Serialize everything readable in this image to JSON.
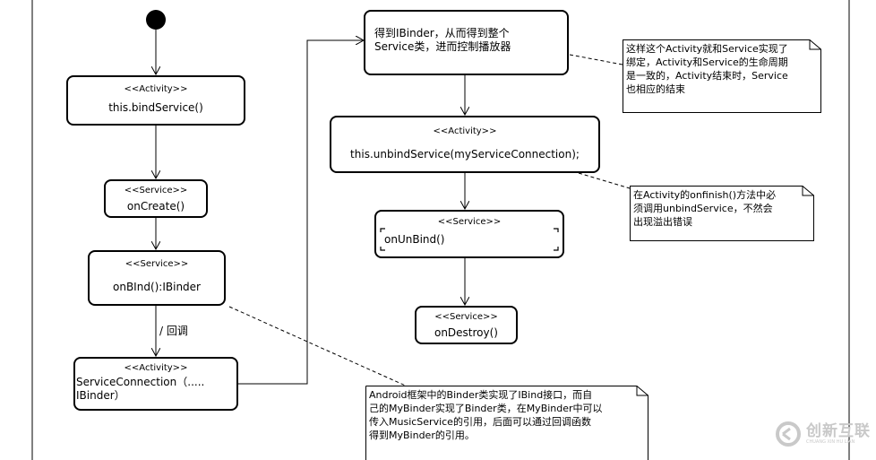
{
  "diagram": {
    "nodes": {
      "bind_service": {
        "stereotype": "<<Activity>>",
        "label": "this.bindService()"
      },
      "on_create": {
        "stereotype": "<<Service>>",
        "label": "onCreate()"
      },
      "on_bind": {
        "stereotype": "<<Service>>",
        "label": "onBInd():IBinder"
      },
      "service_connection": {
        "stereotype": "<<Activity>>",
        "label": "ServiceConnection（.....\nIBinder）"
      },
      "get_binder": {
        "label": "得到IBinder，从而得到整个\nService类，进而控制播放器"
      },
      "unbind_service": {
        "stereotype": "<<Activity>>",
        "label": "this.unbindService(myServiceConnection);"
      },
      "on_unbind": {
        "stereotype": "<<Service>>",
        "label": "onUnBind()"
      },
      "on_destroy": {
        "stereotype": "<<Service>>",
        "label": "onDestroy()"
      }
    },
    "edge_labels": {
      "callback": "/ 回调"
    },
    "notes": {
      "lifecycle": "这样这个Activity就和Service实现了\n绑定，Activity和Service的生命周期\n是一致的，Activity结束时，Service\n也相应的结束",
      "onfinish": "在Activity的onfinish()方法中必\n须调用unbindService，不然会\n出现溢出错误",
      "binder": "Android框架中的Binder类实现了IBind接口，而自\n己的MyBinder实现了Binder类，在MyBinder中可以\n传入MusicService的引用，后面可以通过回调函数\n得到MyBinder的引用。"
    }
  },
  "watermark": {
    "text": "创新互联",
    "subtext": "CHUANG XIN HU LIAN"
  },
  "colors": {
    "line": "#000000",
    "watermark": "#c9c9c9"
  }
}
